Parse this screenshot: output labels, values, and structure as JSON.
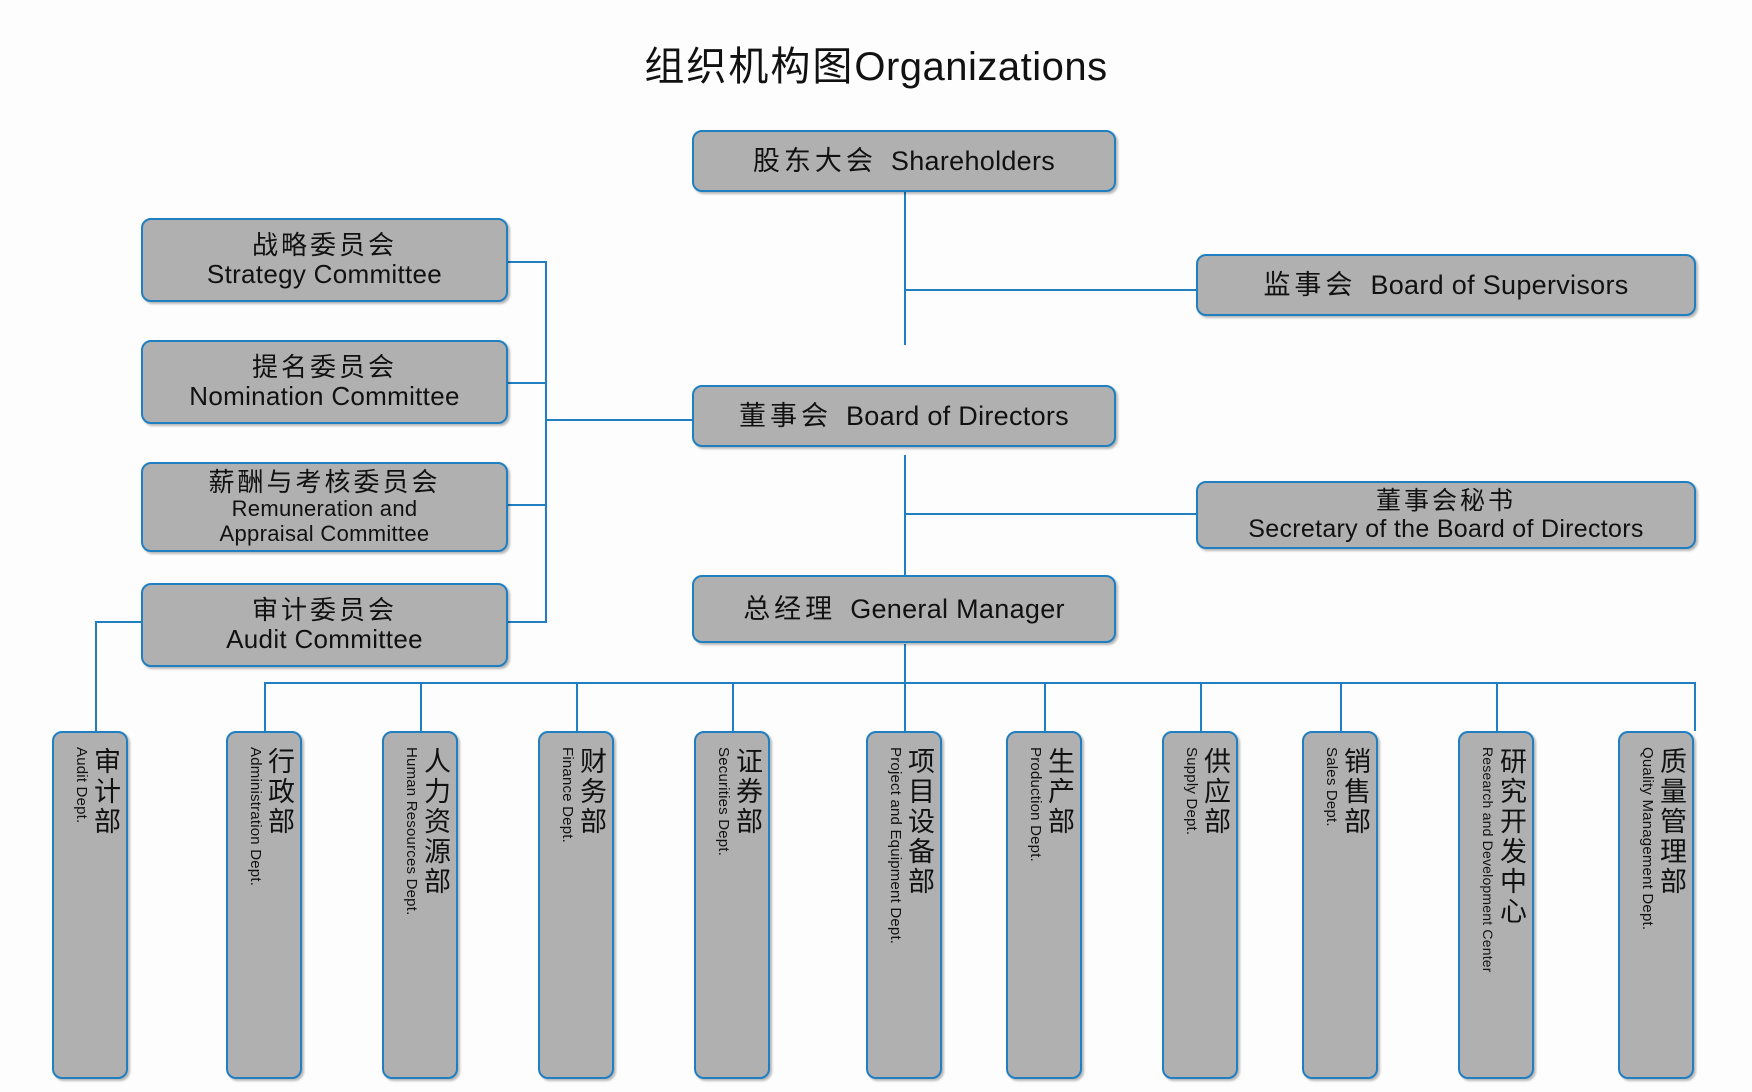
{
  "title": {
    "cn": "组织机构图",
    "en": "Organizations"
  },
  "colors": {
    "box_fill": "#b0b0b0",
    "box_border": "#1f7fc1",
    "line": "#1f7fc1",
    "text": "#111111",
    "background": "#fdfdfd"
  },
  "chart_data": {
    "type": "diagram",
    "title": "组织机构图 Organizations",
    "nodes": [
      {
        "id": "shareholders",
        "cn": "股东大会",
        "en": "Shareholders",
        "level": 0
      },
      {
        "id": "board_of_supervisors",
        "cn": "监事会",
        "en": "Board of Supervisors",
        "level": 1
      },
      {
        "id": "board_of_directors",
        "cn": "董事会",
        "en": "Board of Directors",
        "level": 1
      },
      {
        "id": "secretary",
        "cn": "董事会秘书",
        "en": "Secretary of the Board of Directors",
        "level": 2
      },
      {
        "id": "general_manager",
        "cn": "总经理",
        "en": "General Manager",
        "level": 2
      },
      {
        "id": "strategy_committee",
        "cn": "战略委员会",
        "en": "Strategy Committee",
        "level": 2
      },
      {
        "id": "nomination_committee",
        "cn": "提名委员会",
        "en": "Nomination Committee",
        "level": 2
      },
      {
        "id": "remuneration_committee",
        "cn": "薪酬与考核委员会",
        "en": "Remuneration and Appraisal Committee",
        "level": 2
      },
      {
        "id": "audit_committee",
        "cn": "审计委员会",
        "en": "Audit Committee",
        "level": 2
      }
    ],
    "edges": [
      {
        "from": "shareholders",
        "to": "board_of_supervisors"
      },
      {
        "from": "shareholders",
        "to": "board_of_directors"
      },
      {
        "from": "board_of_directors",
        "to": "secretary"
      },
      {
        "from": "board_of_directors",
        "to": "general_manager"
      },
      {
        "from": "board_of_directors",
        "to": "strategy_committee"
      },
      {
        "from": "board_of_directors",
        "to": "nomination_committee"
      },
      {
        "from": "board_of_directors",
        "to": "remuneration_committee"
      },
      {
        "from": "board_of_directors",
        "to": "audit_committee"
      },
      {
        "from": "audit_committee",
        "to": "dept_audit"
      },
      {
        "from": "general_manager",
        "to": "departments"
      }
    ]
  },
  "top": {
    "shareholders": {
      "cn": "股东大会",
      "en": "Shareholders"
    },
    "supervisors": {
      "cn": "监事会",
      "en": "Board of Supervisors"
    },
    "directors": {
      "cn": "董事会",
      "en": "Board of Directors"
    },
    "secretary": {
      "cn": "董事会秘书",
      "en": "Secretary of the Board of Directors"
    },
    "general_manager": {
      "cn": "总经理",
      "en": "General Manager"
    }
  },
  "committees": [
    {
      "cn": "战略委员会",
      "en": "Strategy Committee"
    },
    {
      "cn": "提名委员会",
      "en": "Nomination Committee"
    },
    {
      "cn": "薪酬与考核委员会",
      "en": "Remuneration and\nAppraisal Committee",
      "en1": "Remuneration and",
      "en2": "Appraisal Committee"
    },
    {
      "cn": "审计委员会",
      "en": "Audit Committee"
    }
  ],
  "departments": [
    {
      "cn": "审计部",
      "en": "Audit Dept."
    },
    {
      "cn": "行政部",
      "en": "Administration Dept."
    },
    {
      "cn": "人力资源部",
      "en": "Human Resources Dept."
    },
    {
      "cn": "财务部",
      "en": "Finance Dept."
    },
    {
      "cn": "证券部",
      "en": "Securities Dept."
    },
    {
      "cn": "项目设备部",
      "en": "Project and Equipment Dept."
    },
    {
      "cn": "生产部",
      "en": "Production Dept."
    },
    {
      "cn": "供应部",
      "en": "Supply Dept."
    },
    {
      "cn": "销售部",
      "en": "Sales Dept."
    },
    {
      "cn": "研究开发中心",
      "en": "Research and Development Center"
    },
    {
      "cn": "质量管理部",
      "en": "Quality Management Dept."
    }
  ]
}
